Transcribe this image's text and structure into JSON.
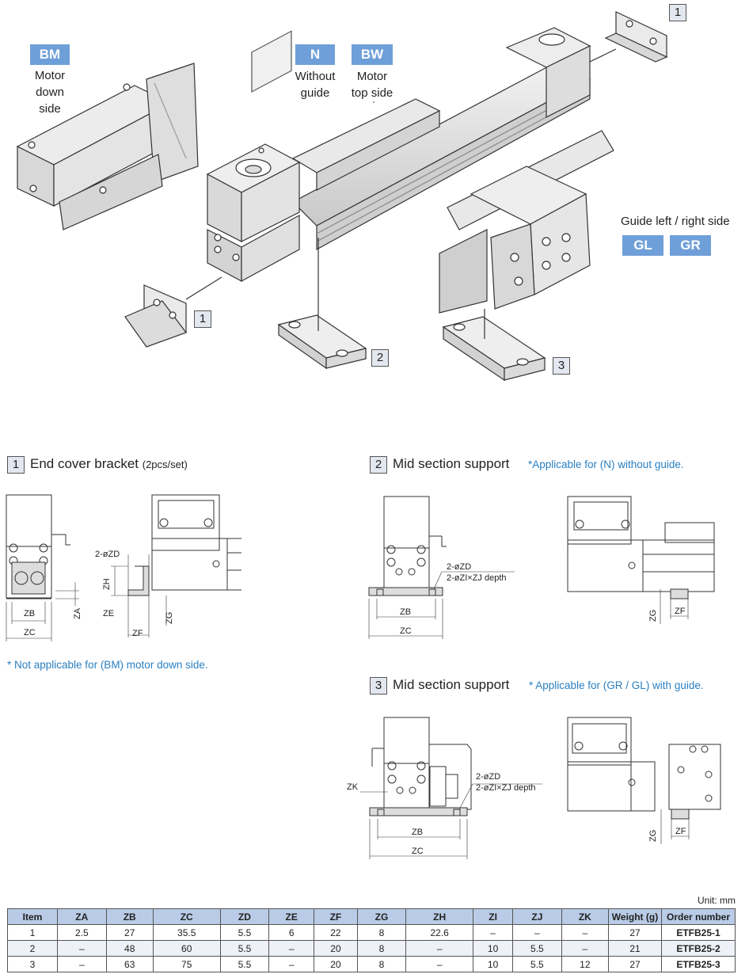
{
  "top": {
    "badges": {
      "bm": {
        "code": "BM",
        "caption": [
          "Motor",
          "down",
          "side"
        ]
      },
      "n": {
        "code": "N",
        "caption": [
          "Without",
          "guide"
        ]
      },
      "bw": {
        "code": "BW",
        "caption": [
          "Motor",
          "top side"
        ]
      },
      "guide_label": "Guide left / right side",
      "gl": "GL",
      "gr": "GR"
    },
    "callouts": [
      "1",
      "1",
      "2",
      "3"
    ]
  },
  "sections": [
    {
      "num": "1",
      "title": "End cover bracket",
      "suffix": "(2pcs/set)",
      "note": "* Not applicable for (BM) motor down side."
    },
    {
      "num": "2",
      "title": "Mid section support",
      "note": "*Applicable for (N) without guide."
    },
    {
      "num": "3",
      "title": "Mid section support",
      "note": "* Applicable for (GR / GL) with guide."
    }
  ],
  "dims": {
    "s1": {
      "zb": "ZB",
      "zc": "ZC",
      "za": "ZA",
      "zd": "2-øZD",
      "zh": "ZH",
      "ze": "ZE",
      "zf": "ZF",
      "zg": "ZG"
    },
    "s2": {
      "zd": "2-øZD",
      "zi": "2-øZI×ZJ depth",
      "zb": "ZB",
      "zc": "ZC",
      "zg": "ZG",
      "zf": "ZF"
    },
    "s3": {
      "zk": "ZK",
      "zd": "2-øZD",
      "zi": "2-øZI×ZJ depth",
      "zb": "ZB",
      "zc": "ZC",
      "zg": "ZG",
      "zf": "ZF"
    }
  },
  "table": {
    "unit": "Unit: mm",
    "headers": [
      "Item",
      "ZA",
      "ZB",
      "ZC",
      "ZD",
      "ZE",
      "ZF",
      "ZG",
      "ZH",
      "ZI",
      "ZJ",
      "ZK",
      "Weight (g)",
      "Order number"
    ],
    "rows": [
      [
        "1",
        "2.5",
        "27",
        "35.5",
        "5.5",
        "6",
        "22",
        "8",
        "22.6",
        "–",
        "–",
        "–",
        "27",
        "ETFB25-1"
      ],
      [
        "2",
        "–",
        "48",
        "60",
        "5.5",
        "–",
        "20",
        "8",
        "–",
        "10",
        "5.5",
        "–",
        "21",
        "ETFB25-2"
      ],
      [
        "3",
        "–",
        "63",
        "75",
        "5.5",
        "–",
        "20",
        "8",
        "–",
        "10",
        "5.5",
        "12",
        "27",
        "ETFB25-3"
      ]
    ]
  },
  "colors": {
    "badge": "#6f9fd8",
    "note": "#2a7fc1",
    "header": "#b9cbe6"
  }
}
